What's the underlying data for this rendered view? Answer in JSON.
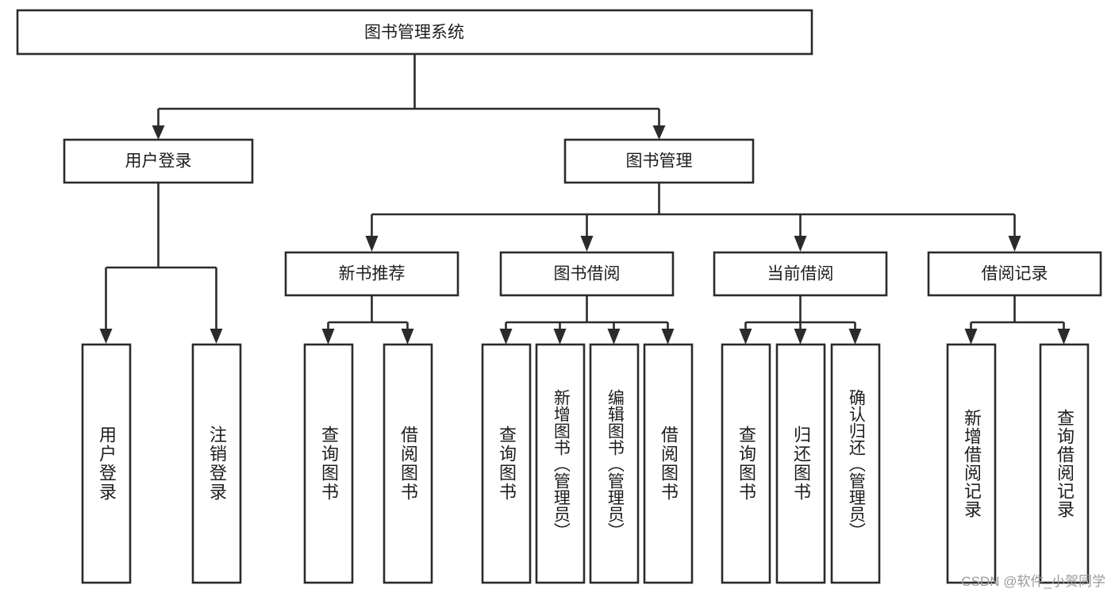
{
  "diagram": {
    "type": "tree",
    "title": "图书管理系统",
    "orientation": "top-down",
    "colors": {
      "box_fill": "#ffffff",
      "box_stroke": "#2b2b2b",
      "connector": "#2b2b2b",
      "text": "#1d1d1d",
      "watermark": "#9a9a9a"
    },
    "root": {
      "label": "图书管理系统"
    },
    "level1": [
      {
        "label": "用户登录"
      },
      {
        "label": "图书管理"
      }
    ],
    "level2": [
      {
        "label": "新书推荐"
      },
      {
        "label": "图书借阅"
      },
      {
        "label": "当前借阅"
      },
      {
        "label": "借阅记录"
      }
    ],
    "leaves": {
      "user_login": [
        {
          "label": "用户登录"
        },
        {
          "label": "注销登录"
        }
      ],
      "new_book_recommend": [
        {
          "label": "查询图书"
        },
        {
          "label": "借阅图书"
        }
      ],
      "book_borrow": [
        {
          "label": "查询图书"
        },
        {
          "label": "新增图书（管理员）"
        },
        {
          "label": "编辑图书（管理员）"
        },
        {
          "label": "借阅图书"
        }
      ],
      "current_borrow": [
        {
          "label": "查询图书"
        },
        {
          "label": "归还图书"
        },
        {
          "label": "确认归还（管理员）"
        }
      ],
      "borrow_record": [
        {
          "label": "新增借阅记录"
        },
        {
          "label": "查询借阅记录"
        }
      ]
    },
    "watermark": "CSDN @软件_小贺同学"
  }
}
